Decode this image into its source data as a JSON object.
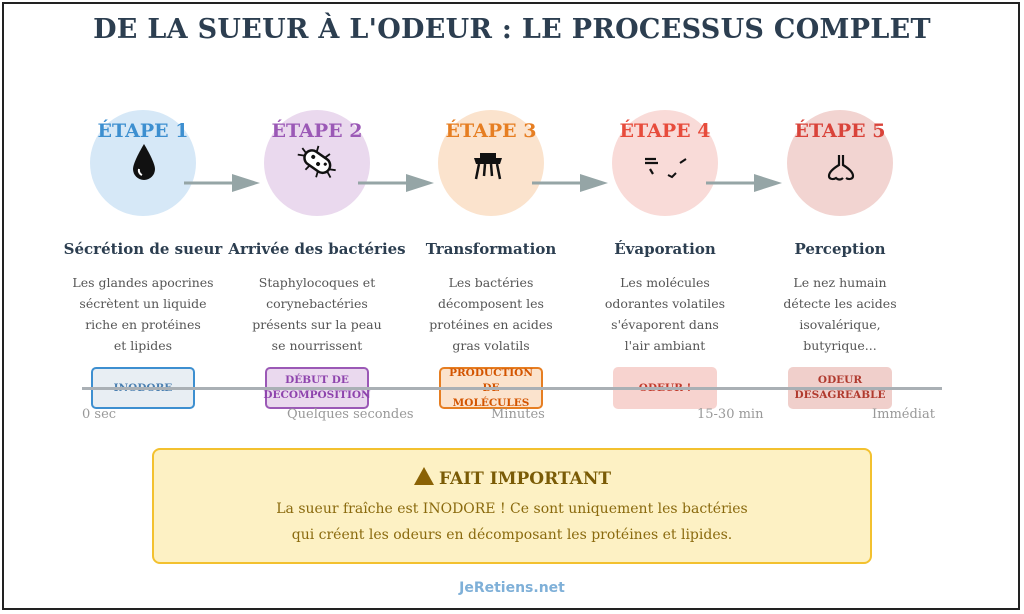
{
  "title": "DE LA SUEUR À L'ODEUR : LE PROCESSUS COMPLET",
  "steps": [
    {
      "label": "ÉTAPE 1",
      "icon": "droplet-icon",
      "title": "Sécrétion de sueur",
      "desc": [
        "Les glandes apocrines",
        "sécrètent un liquide",
        "riche en protéines",
        "et lipides"
      ],
      "badge": [
        "INODORE"
      ],
      "color": "#3d8fd0",
      "circle_color": "#d6e8f7",
      "badge_bg": "#e8eef3",
      "badge_border": "#3d8fd0",
      "badge_text": "#4a7fb0"
    },
    {
      "label": "ÉTAPE 2",
      "icon": "bacteria-icon",
      "title": "Arrivée des bactéries",
      "desc": [
        "Staphylocoques et",
        "corynebactéries",
        "présents sur la peau",
        "se nourrissent"
      ],
      "badge": [
        "DÉBUT DE",
        "DÉCOMPOSITION"
      ],
      "color": "#9b59b6",
      "circle_color": "#ead9ee",
      "badge_bg": "#ead9ee",
      "badge_border": "#9b59b6",
      "badge_text": "#8e44ad"
    },
    {
      "label": "ÉTAPE 3",
      "icon": "transformation-icon",
      "title": "Transformation",
      "desc": [
        "Les bactéries",
        "décomposent les",
        "protéines en acides",
        "gras volatils"
      ],
      "badge": [
        "PRODUCTION DE",
        "MOLÉCULES"
      ],
      "color": "#e67e22",
      "circle_color": "#fbe3cd",
      "badge_bg": "#fbe3cd",
      "badge_border": "#e67e22",
      "badge_text": "#d35400"
    },
    {
      "label": "ÉTAPE 4",
      "icon": "evaporation-icon",
      "title": "Évaporation",
      "desc": [
        "Les molécules",
        "odorantes volatiles",
        "s'évaporent dans",
        "l'air ambiant"
      ],
      "badge": [
        "ODEUR !"
      ],
      "color": "#e74c3c",
      "circle_color": "#f9dbd8",
      "badge_bg": "#f7d3cf",
      "badge_border": "#f7d3cf",
      "badge_text": "#c0392b"
    },
    {
      "label": "ÉTAPE 5",
      "icon": "nose-icon",
      "title": "Perception",
      "desc": [
        "Le nez humain",
        "détecte les acides",
        "isovalérique,",
        "butyrique..."
      ],
      "badge": [
        "ODEUR",
        "DÉSAGRÉABLE"
      ],
      "color": "#d9433a",
      "circle_color": "#f2d4d1",
      "badge_bg": "#f0cfcb",
      "badge_border": "#f0cfcb",
      "badge_text": "#b03a2e"
    }
  ],
  "timeline": [
    "0 sec",
    "Quelques secondes",
    "Minutes",
    "15-30 min",
    "Immédiat"
  ],
  "fact": {
    "icon": "warning-icon",
    "title": "FAIT IMPORTANT",
    "lines": [
      "La sueur fraîche est INODORE ! Ce sont uniquement les bactéries",
      "qui créent les odeurs en décomposant les protéines et lipides."
    ]
  },
  "footer": "JeRetiens.net"
}
